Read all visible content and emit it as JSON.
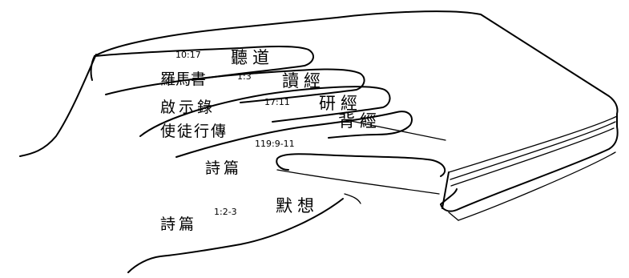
{
  "fingers": [
    {
      "book": "羅馬書",
      "ref": "10:17",
      "action": "聽道"
    },
    {
      "book": "啟示錄",
      "ref": "1:3",
      "action": "讀經"
    },
    {
      "book": "使徒行傳",
      "ref": "17:11",
      "action": "研經"
    },
    {
      "book": "詩篇",
      "ref": "119:9-11",
      "action": "背經"
    },
    {
      "book": "詩篇",
      "ref": "1:2-3",
      "action": "默想"
    }
  ],
  "icons": [
    "hand-icon",
    "bible-book-icon"
  ]
}
